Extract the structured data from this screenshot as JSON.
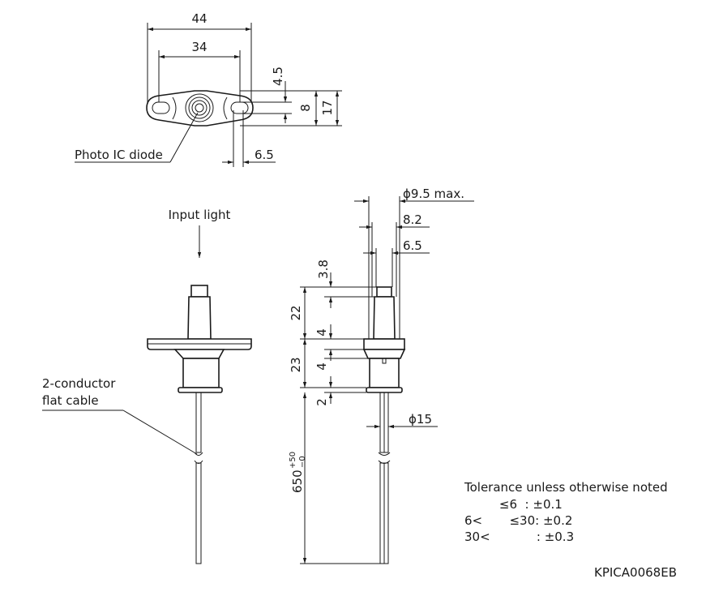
{
  "top_view": {
    "dim_overall_width": "44",
    "dim_hole_pitch": "34",
    "dim_4_5": "4.5",
    "dim_8": "8",
    "dim_17": "17",
    "dim_6_5": "6.5",
    "label_photo_ic": "Photo IC diode"
  },
  "side_left": {
    "label_input_light": "Input light",
    "label_cable_line1": "2-conductor",
    "label_cable_line2": "flat cable"
  },
  "side_right": {
    "dim_phi_9_5": "ϕ9.5 max.",
    "dim_8_2": "8.2",
    "dim_6_5": "6.5",
    "dim_3_8": "3.8",
    "dim_22": "22",
    "dim_4a": "4",
    "dim_23": "23",
    "dim_4b": "4",
    "dim_2": "2",
    "dim_phi_15": "ϕ15",
    "dim_650": "650",
    "dim_650_sup": "+50",
    "dim_650_sub": "−0"
  },
  "tolerance": {
    "title": "Tolerance unless otherwise noted",
    "row1": "         ≤6  : ±0.1",
    "row2": "6<       ≤30: ±0.2",
    "row3": "30<            : ±0.3"
  },
  "drawing_code": "KPICA0068EB"
}
